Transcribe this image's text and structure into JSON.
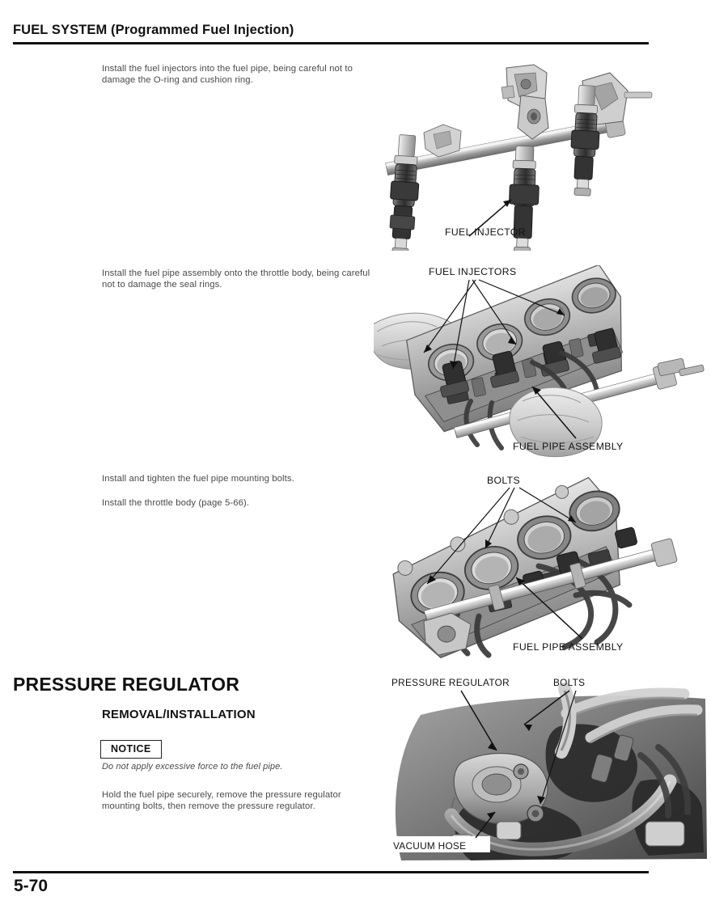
{
  "header": {
    "title": "FUEL SYSTEM (Programmed Fuel Injection)"
  },
  "footer": {
    "page_number": "5-70"
  },
  "body": {
    "paragraphs": [
      {
        "id": "install-injectors",
        "text": "Install the fuel injectors into the fuel pipe, being careful not to damage the O-ring and cushion ring."
      },
      {
        "id": "install-fuel-pipe",
        "text": "Install the fuel pipe assembly onto the throttle body, being careful not to damage the seal rings."
      },
      {
        "id": "tighten-bolts",
        "text": "Install and tighten the fuel pipe mounting bolts."
      },
      {
        "id": "install-throttle-body",
        "text": "Install the throttle body (page 5-66)."
      },
      {
        "id": "hold-fuel-pipe",
        "text": "Hold the fuel pipe securely, remove the pressure regulator mounting bolts, then remove the pressure regulator."
      }
    ],
    "section_heading": "PRESSURE REGULATOR",
    "subsection_heading": "REMOVAL/INSTALLATION",
    "notice": {
      "label": "NOTICE",
      "text": "Do not apply excessive force to the fuel pipe."
    }
  },
  "figures": [
    {
      "id": "fig-fuel-injector",
      "callouts": [
        "FUEL INJECTOR"
      ]
    },
    {
      "id": "fig-fuel-pipe-install",
      "callouts": [
        "FUEL INJECTORS",
        "FUEL PIPE ASSEMBLY"
      ]
    },
    {
      "id": "fig-fuel-pipe-bolts",
      "callouts": [
        "BOLTS",
        "FUEL PIPE ASSEMBLY"
      ]
    },
    {
      "id": "fig-pressure-regulator",
      "callouts": [
        "PRESSURE REGULATOR",
        "BOLTS",
        "VACUUM HOSE"
      ]
    }
  ],
  "colors": {
    "ink": "#111111",
    "body_text": "#4a4a4a",
    "rule": "#111111"
  }
}
